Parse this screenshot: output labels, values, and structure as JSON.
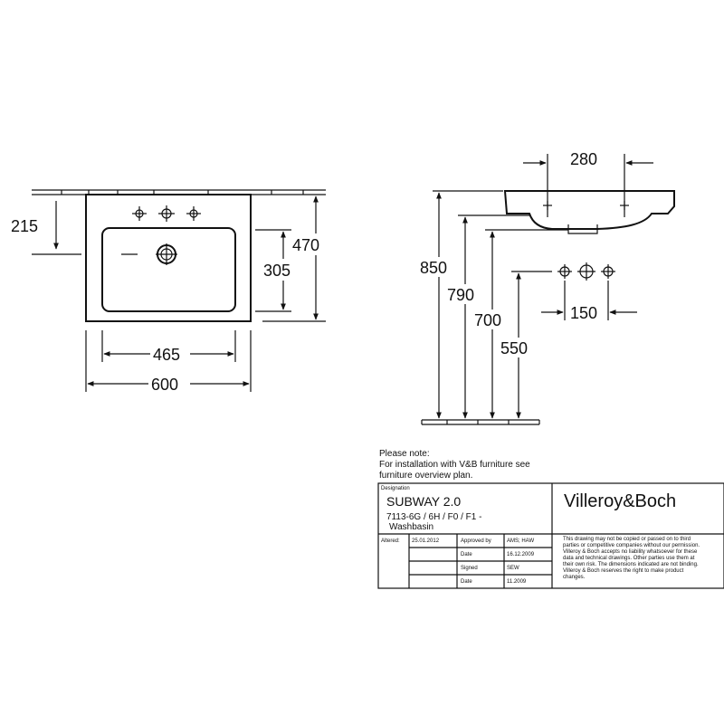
{
  "dimensions": {
    "front": {
      "overall_height": "470",
      "tap_height": "215",
      "bowl_depth": "305",
      "bowl_width": "465",
      "overall_width": "600"
    },
    "side": {
      "tap_spacing": "280",
      "rim_height": "850",
      "bowl_height": "790",
      "waste_height": "700",
      "supply_height": "550",
      "supply_spacing": "150"
    }
  },
  "notes": {
    "heading": "Please note:",
    "line1": "For installation with V&B furniture see",
    "line2": "furniture overview plan."
  },
  "title_block": {
    "designation_label": "Designation",
    "product_name": "SUBWAY 2.0",
    "product_code": "7113-6G / 6H / F0 / F1 -",
    "product_type": "Washbasin",
    "brand": "Villeroy&Boch",
    "altered_label": "Altered:",
    "altered_date": "25.01.2012",
    "approved_label": "Approved by",
    "approved_value": "AMS; HAW",
    "date_label_1": "Date",
    "date_value_1": "16.12.2009",
    "signed_label": "Signed",
    "signed_value": "SEW",
    "date_label_2": "Date",
    "date_value_2": "11.2009",
    "disclaimer": [
      "This drawing may not be copied or passed on to third",
      "parties or competitive companies without our permission.",
      "Villeroy & Boch accepts no liability whatsoever for these",
      "data and technical drawings. Other parties use them at",
      "their own risk. The dimensions indicated are not binding.",
      "Villeroy & Boch reserves the right to make product",
      "changes."
    ]
  }
}
